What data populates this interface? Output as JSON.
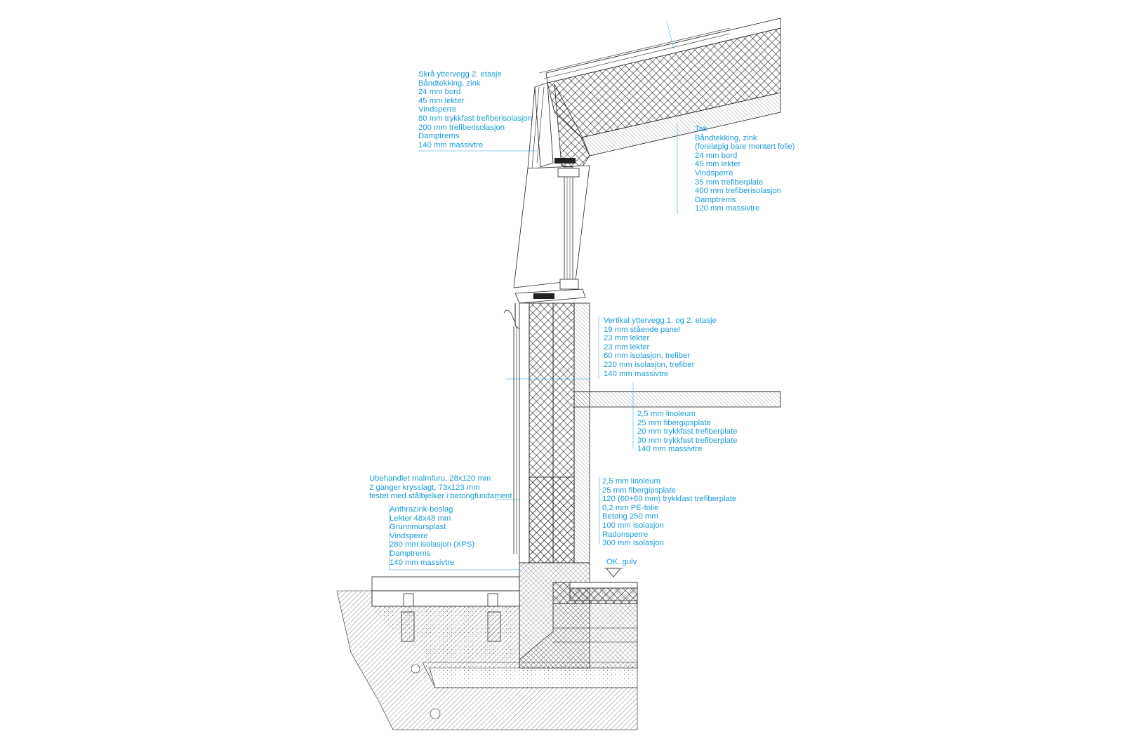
{
  "colors": {
    "annotation": "#1a9cd8",
    "line": "#1a1a1a",
    "background": "#ffffff"
  },
  "notes": {
    "sloped_wall": {
      "title": "Skrå yttervegg 2. etasje",
      "lines": [
        "Båndtekking, zink",
        "24 mm bord",
        "45 mm lekter",
        "Vindsperre",
        "80 mm trykkfast trefiberisolasjon",
        "200 mm trefiberisolasjon",
        "Damptrems",
        "140 mm massivtre"
      ]
    },
    "roof": {
      "title": "Tak",
      "lines": [
        "Båndtekking, zink",
        "(foreløpig bare montert folie)",
        "24 mm bord",
        "45 mm lekter",
        "Vindsperre",
        "35 mm trefiberplate",
        "400 mm trefiberisolasjon",
        "Damptrems",
        "120 mm massivtre"
      ]
    },
    "vertical_wall": {
      "title": "Vertikal yttervegg 1. og 2. etasje",
      "lines": [
        "19 mm stående panel",
        "23 mm lekter",
        "23 mm lekter",
        "60 mm isolasjon, trefiber",
        "220 mm isolasjon, trefiber",
        "140 mm massivtre"
      ]
    },
    "floor_deck": {
      "lines": [
        "2,5 mm linoleum",
        "25 mm fibergipsplate",
        "20 mm trykkfast trefiberplate",
        "30 mm trykkfast trefiberplate",
        "140 mm massivtre"
      ]
    },
    "terrace": {
      "lines": [
        "Ubehandlet malmfuru, 28x120 mm",
        "2 ganger krysslagt, 73x123 mm",
        "festet med stålbjelker i betongfundament"
      ]
    },
    "plinth": {
      "lines": [
        "Anthrazink-beslag",
        "Lekter 48x48 mm",
        "Grunnmursplast",
        "Vindsperre",
        "280 mm isolasjon (XPS)",
        "Damptrems",
        "140 mm massivtre"
      ]
    },
    "ground_slab": {
      "lines": [
        "2,5 mm linoleum",
        "25 mm fibergipsplate",
        "120 (60+60 mm) trykkfast trefiberplate",
        "0,2 mm PE-folie",
        "Betong 250 mm",
        "100 mm isolasjon",
        "Radonsperre",
        "300 mm isolasjon"
      ]
    },
    "floor_level": {
      "label": "OK. gulv"
    }
  }
}
